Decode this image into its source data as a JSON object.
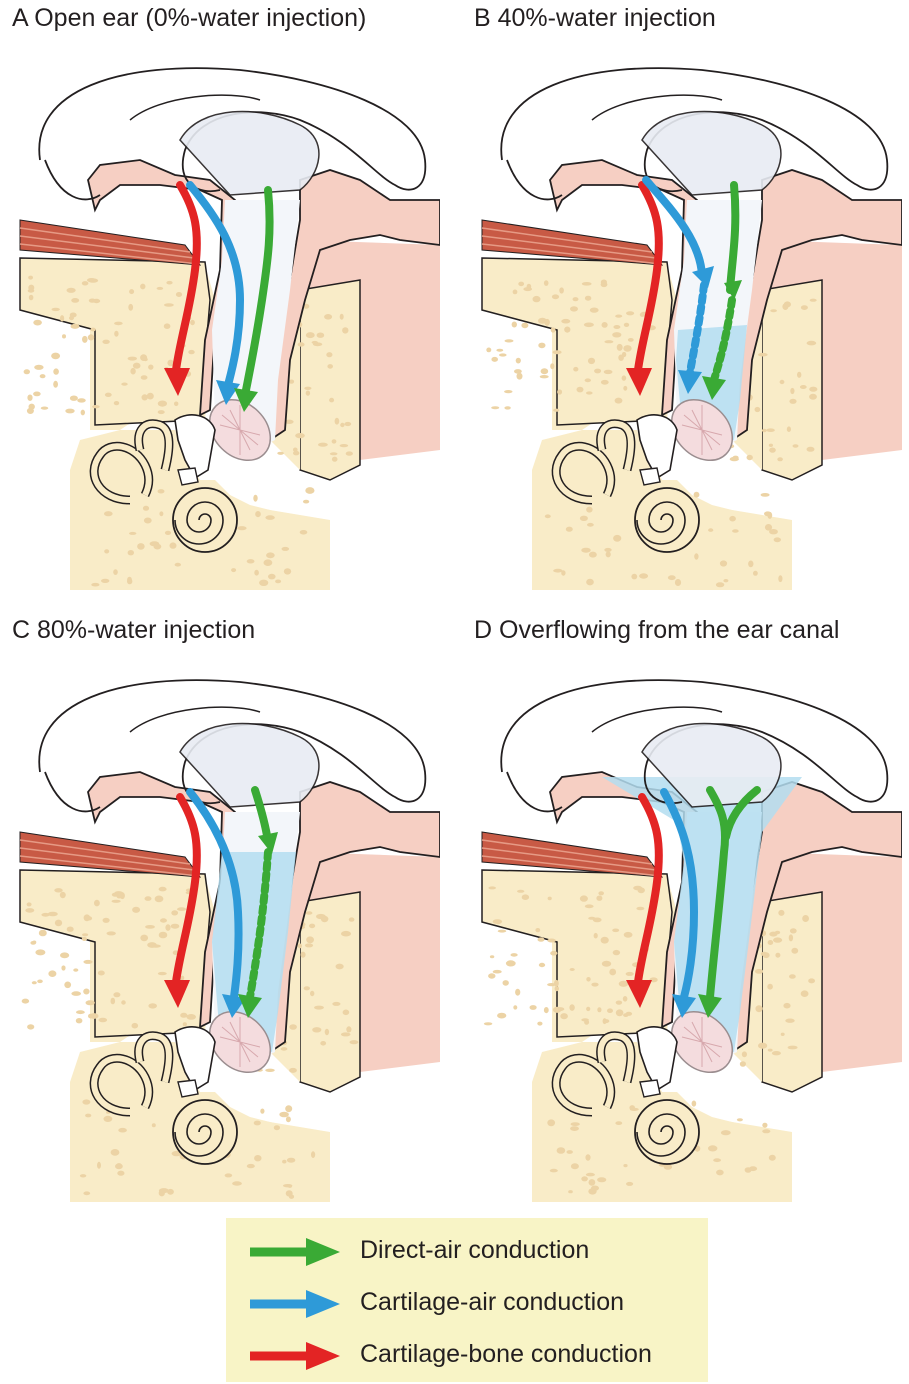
{
  "panels": [
    {
      "id": "A",
      "title": "A Open ear (0%-water injection)"
    },
    {
      "id": "B",
      "title": "B 40%-water injection"
    },
    {
      "id": "C",
      "title": "C 80%-water injection"
    },
    {
      "id": "D",
      "title": "D Overflowing from the ear canal"
    }
  ],
  "legend": [
    {
      "label": "Direct-air conduction",
      "color": "#3aaa35"
    },
    {
      "label": "Cartilage-air conduction",
      "color": "#2e9ad8"
    },
    {
      "label": "Cartilage-bone conduction",
      "color": "#e32424"
    }
  ],
  "colors": {
    "skin": "#f6cfc3",
    "skin_outline": "#c9877a",
    "bone": "#f9ecc8",
    "bone_spot": "#ecd3a5",
    "water": "#b3ddf0",
    "muscle": "#c85a45"
  }
}
